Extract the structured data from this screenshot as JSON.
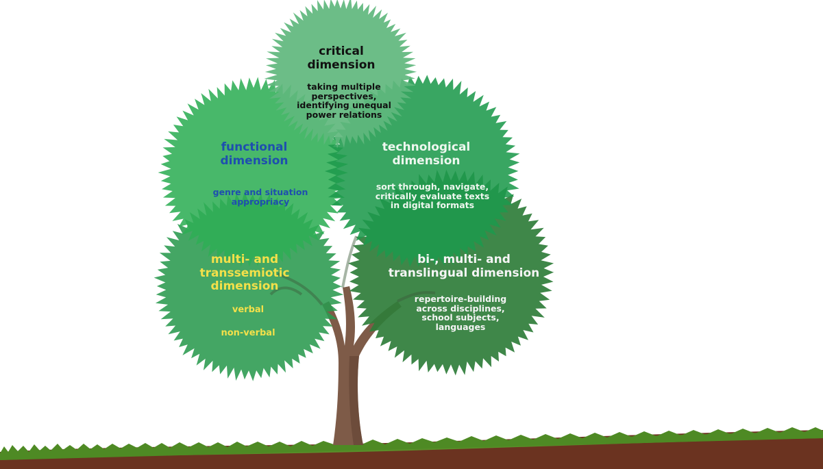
{
  "colors": {
    "critical_text": "#111111",
    "functional_text": "#1e4fae",
    "technological_text": "#eef7ef",
    "multi_text": "#f3e04a",
    "bilingual_text": "#f5f5f5",
    "trunk": "#7e5b48",
    "grass": "#5a8f2a",
    "soil": "#6b3320"
  },
  "dimensions": {
    "critical": {
      "title": "critical\ndimension",
      "desc": "taking multiple\nperspectives,\nidentifying unequal\npower relations"
    },
    "functional": {
      "title": "functional\ndimension",
      "desc": "genre and situation\nappropriacy"
    },
    "technological": {
      "title": "technological\ndimension",
      "desc": "sort through, navigate,\ncritically evaluate texts\nin digital formats"
    },
    "multi": {
      "title": "multi- and\ntranssemiotic\ndimension",
      "verbal": "verbal",
      "nonverbal": "non-verbal"
    },
    "bilingual": {
      "title": "bi-, multi- and\ntranslingual dimension",
      "desc": "repertoire-building\nacross disciplines,\nschool subjects,\nlanguages"
    }
  }
}
